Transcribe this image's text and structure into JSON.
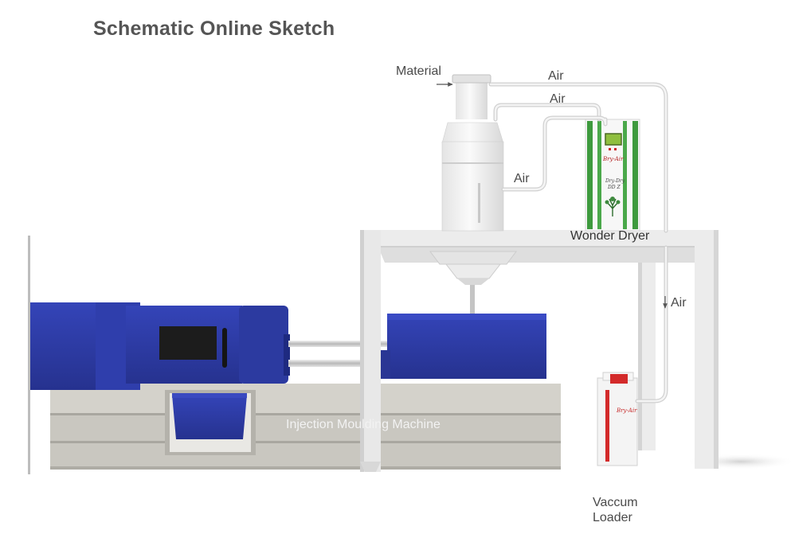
{
  "title": "Schematic Online Sketch",
  "labels": {
    "material": "Material",
    "air": "Air",
    "wonder_dryer": "Wonder Dryer",
    "injection_machine": "Injection Moulding Machine",
    "vacuum_loader_line1": "Vaccum",
    "vacuum_loader_line2": "Loader"
  },
  "brand": {
    "dryer_logo": "Bry-Air",
    "dryer_model_line1": "Dry-Dry",
    "dryer_model_line2": "DD Z",
    "loader_logo": "Bry-Air"
  },
  "colors": {
    "machine_blue": "#2b3aa6",
    "dryer_green": "#3e9a3e",
    "loader_red": "#d32a2a",
    "frame_grey": "#e6e6e6",
    "base_grey": "#c8c6bf"
  }
}
